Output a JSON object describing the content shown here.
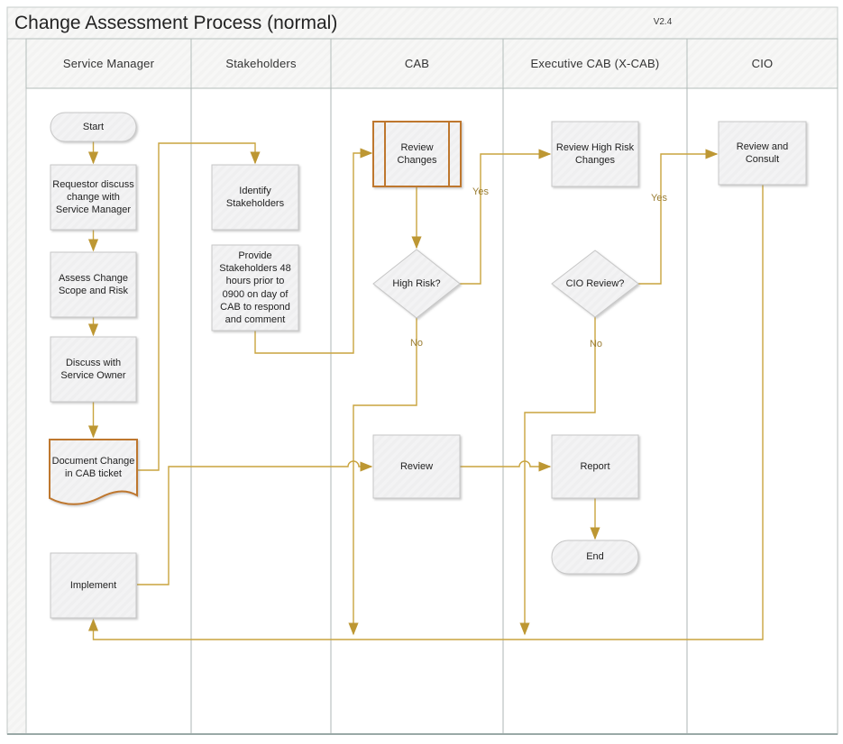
{
  "title": "Change Assessment Process (normal)",
  "version": "V2.4",
  "lanes": [
    {
      "label": "Service Manager"
    },
    {
      "label": "Stakeholders"
    },
    {
      "label": "CAB"
    },
    {
      "label": "Executive CAB (X-CAB)"
    },
    {
      "label": "CIO"
    }
  ],
  "nodes": {
    "start": {
      "label": "Start",
      "shape": "terminator"
    },
    "requestor": {
      "label": "Requestor discuss change with Service Manager",
      "shape": "process"
    },
    "assess": {
      "label": "Assess Change Scope and Risk",
      "shape": "process"
    },
    "discuss": {
      "label": "Discuss with Service Owner",
      "shape": "process"
    },
    "document": {
      "label": "Document Change in CAB ticket",
      "shape": "document"
    },
    "implement": {
      "label": "Implement",
      "shape": "process"
    },
    "identify": {
      "label": "Identify Stakeholders",
      "shape": "process"
    },
    "provide": {
      "label": "Provide Stakeholders 48 hours prior to 0900 on day of CAB to respond and comment",
      "shape": "process"
    },
    "review_changes": {
      "label": "Review Changes",
      "shape": "predefined-process"
    },
    "high_risk": {
      "label": "High Risk?",
      "shape": "decision"
    },
    "review": {
      "label": "Review",
      "shape": "process"
    },
    "review_high_risk": {
      "label": "Review High Risk Changes",
      "shape": "process"
    },
    "cio_review": {
      "label": "CIO Review?",
      "shape": "decision"
    },
    "report": {
      "label": "Report",
      "shape": "process"
    },
    "end": {
      "label": "End",
      "shape": "terminator"
    },
    "review_consult": {
      "label": "Review and Consult",
      "shape": "process"
    }
  },
  "edge_labels": {
    "high_risk_yes": "Yes",
    "high_risk_no": "No",
    "cio_review_yes": "Yes",
    "cio_review_no": "No"
  },
  "colors": {
    "connector": "#C9A43E",
    "arrowhead": "#BD9733",
    "accent_orange": "#BE772F",
    "shape_border": "#C6C6C6",
    "lane_line": "#ACB6B4",
    "edge_label_text": "#9A7D33"
  }
}
